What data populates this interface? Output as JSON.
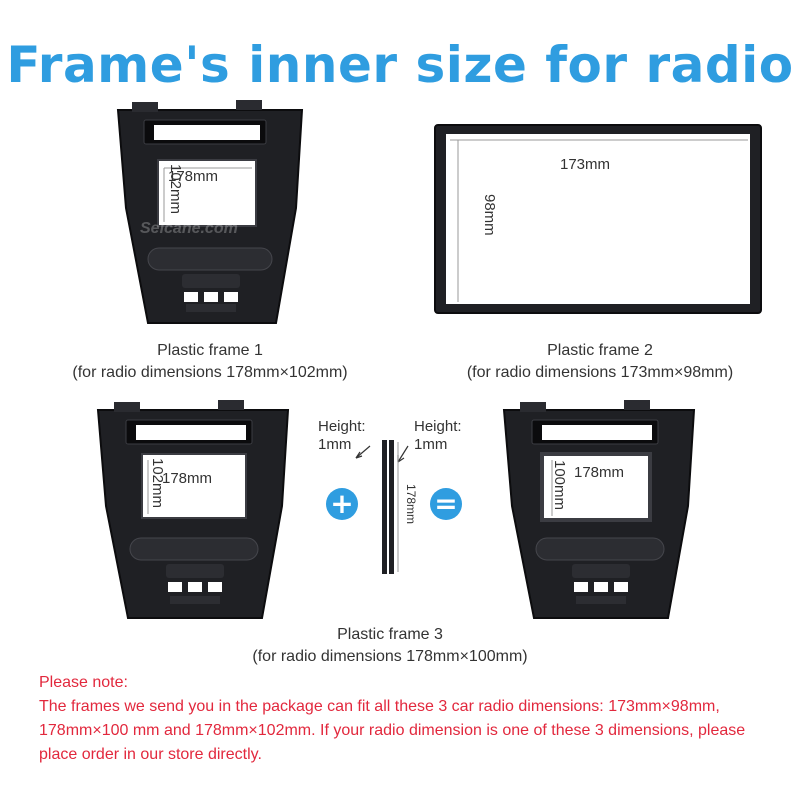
{
  "title": "Frame's inner size for radio",
  "frame1": {
    "width_label": "178mm",
    "height_label": "102mm",
    "caption_line1": "Plastic frame 1",
    "caption_line2": "(for radio dimensions 178mm×102mm)",
    "watermark": "Seicane.com"
  },
  "frame2": {
    "width_label": "173mm",
    "height_label": "98mm",
    "caption_line1": "Plastic frame 2",
    "caption_line2": "(for radio dimensions 173mm×98mm)"
  },
  "frame3": {
    "left_width_label": "178mm",
    "left_height_label": "102mm",
    "strip_left_label": "Height:",
    "strip_left_value": "1mm",
    "strip_right_label": "Height:",
    "strip_right_value": "1mm",
    "strip_length_label": "178mm",
    "plus_symbol": "+",
    "equals_symbol": "=",
    "right_width_label": "178mm",
    "right_height_label": "100mm",
    "caption_line1": "Plastic frame 3",
    "caption_line2": "(for radio dimensions 178mm×100mm)"
  },
  "note": {
    "heading": "Please note:",
    "body": "The frames we send you in the package can fit all these 3 car radio dimensions: 173mm×98mm,  178mm×100 mm and  178mm×102mm. If your radio dimension is one of these 3 dimensions, please place order in our store directly."
  },
  "colors": {
    "title": "#2f9de0",
    "note": "#e2283d",
    "frame": "#1f2024"
  }
}
